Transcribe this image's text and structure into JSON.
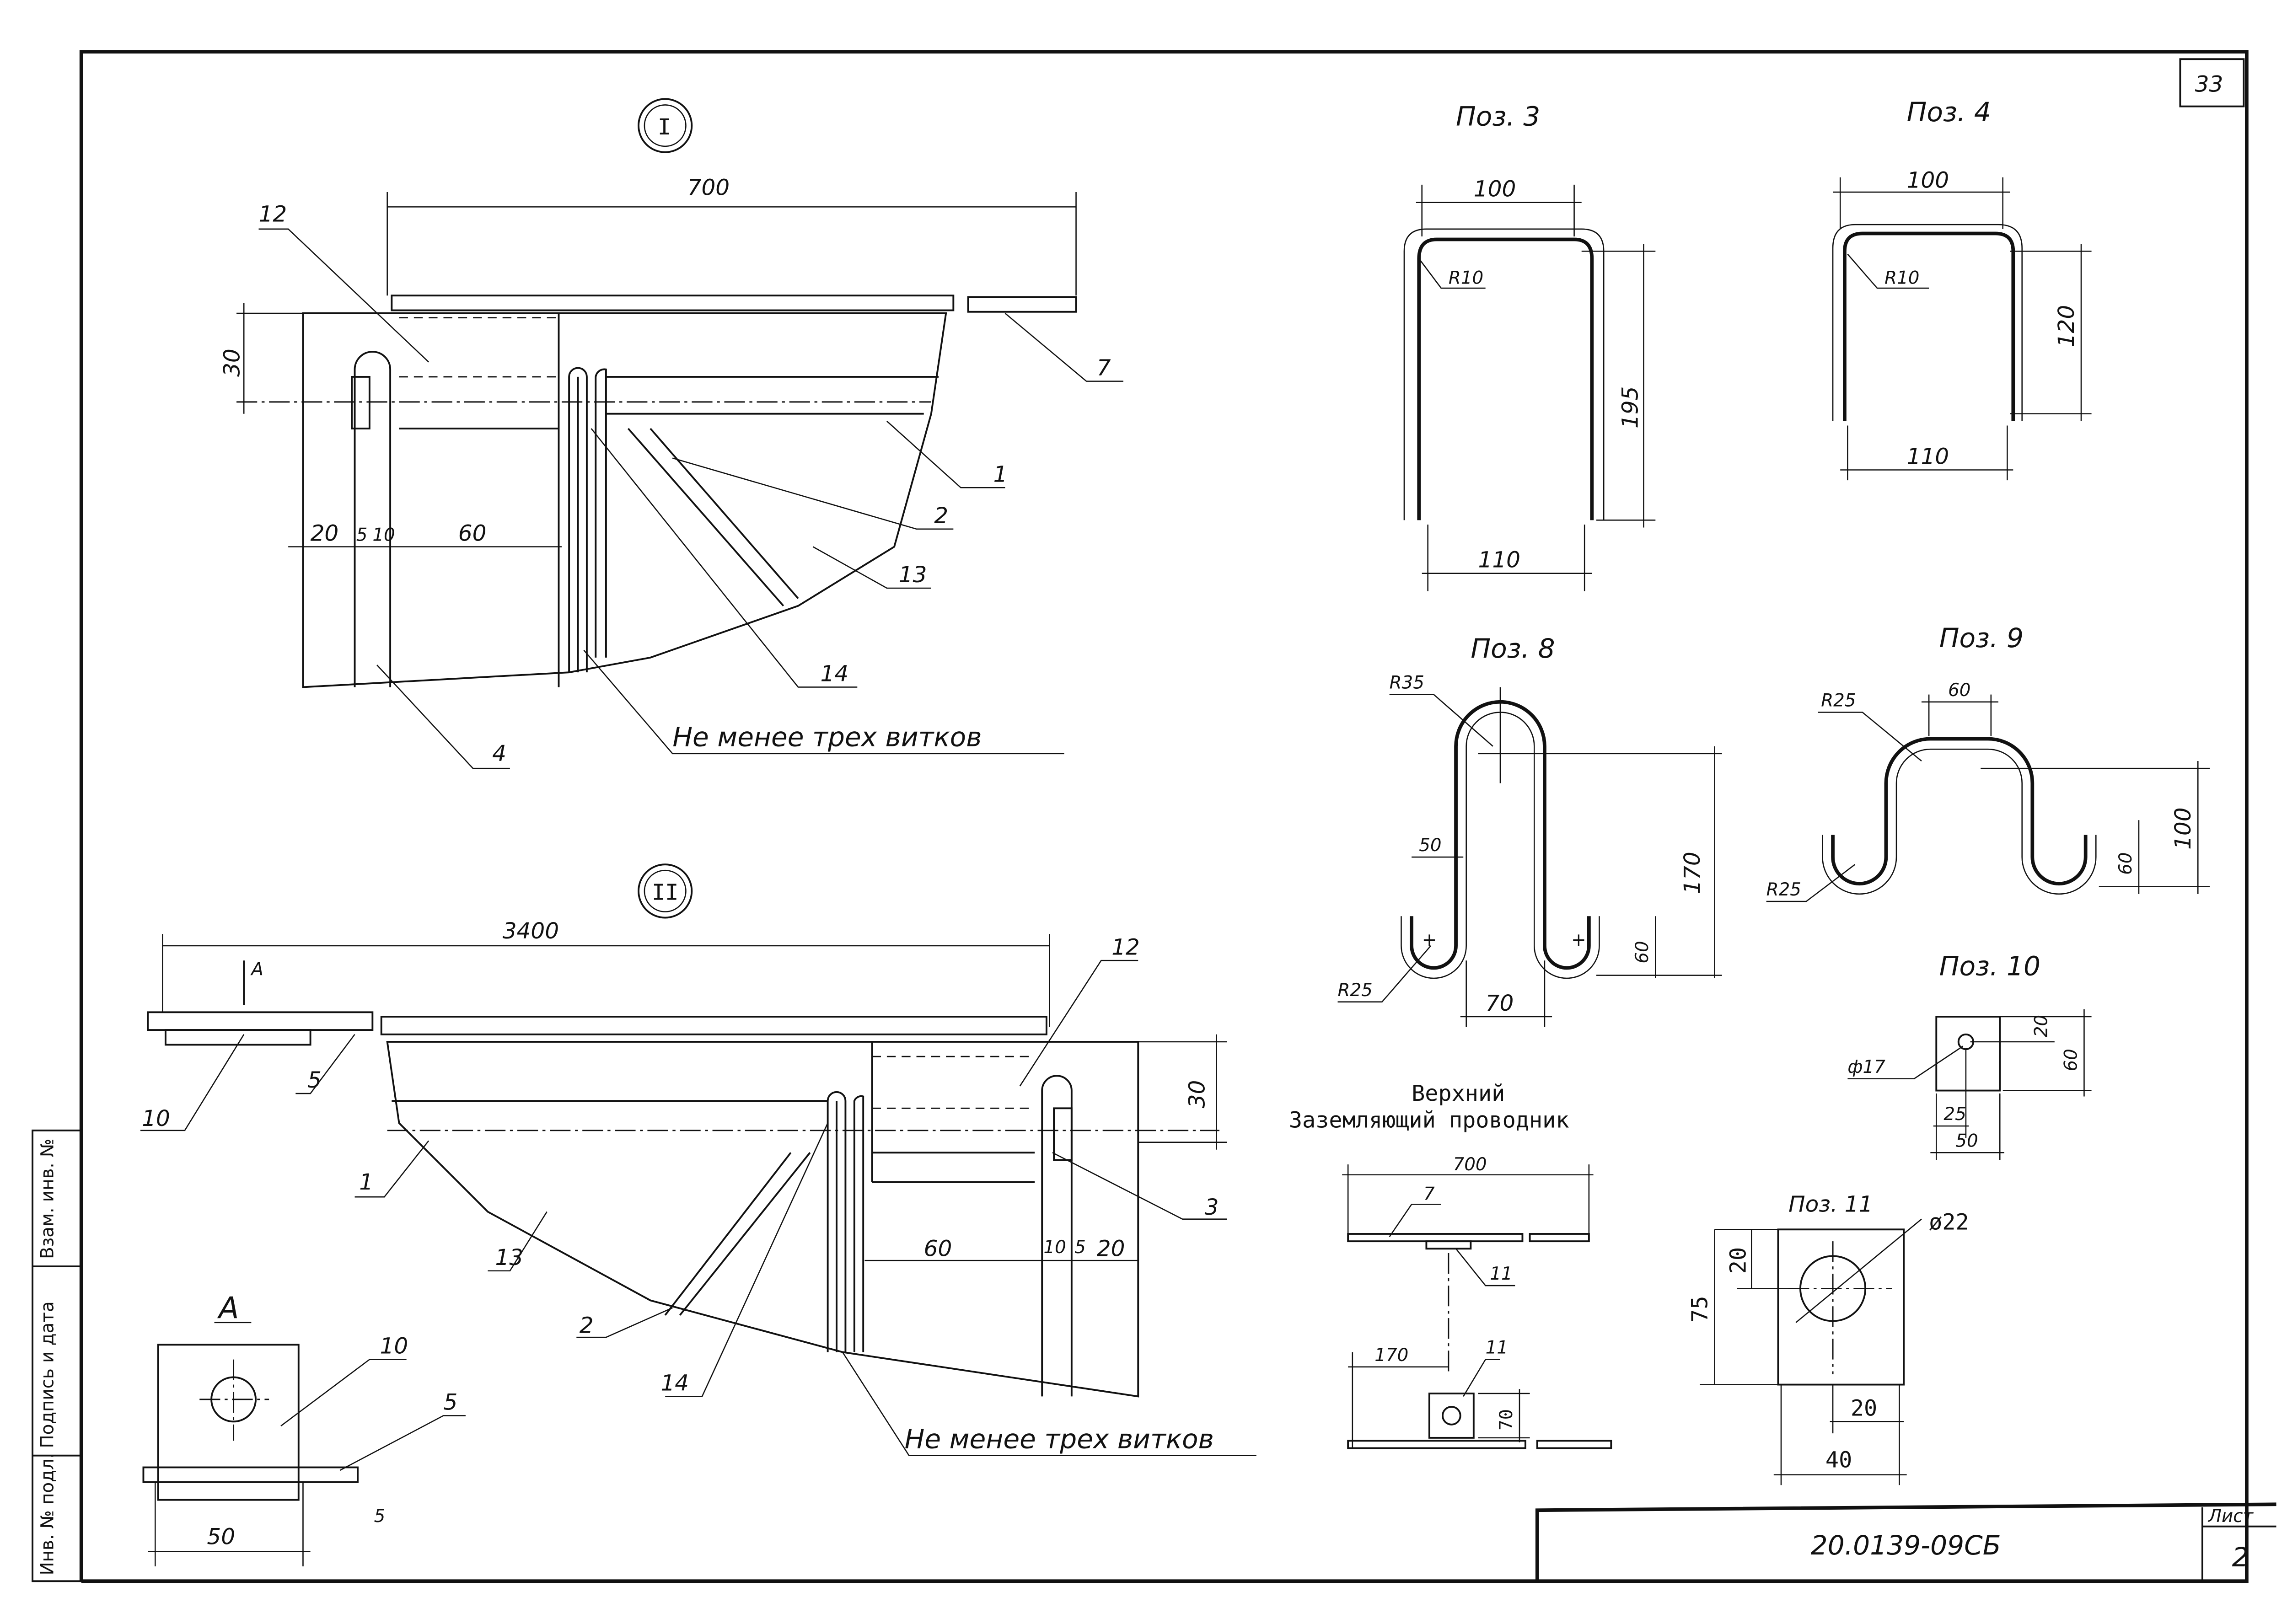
{
  "sheet": {
    "top_number": "33",
    "code": "20.0139-09СБ",
    "sheet_label": "Лист",
    "sheet_number": "2"
  },
  "side_strip": {
    "cell1": "Взам. инв. №",
    "cell2": "Подпись и дата",
    "cell3": "Инв. № подл."
  },
  "view1": {
    "mark": "I",
    "dim_length": "700",
    "dim_height": "30",
    "dim_20": "20",
    "dim_5": "5",
    "dim_10": "10",
    "dim_60": "60",
    "callouts": [
      "12",
      "7",
      "1",
      "2",
      "13",
      "14",
      "4"
    ],
    "note": "Не менее трех витков"
  },
  "view2": {
    "mark": "II",
    "dim_length": "3400",
    "section_mark": "А",
    "dim_height": "30",
    "dim_60": "60",
    "dim_10": "10",
    "dim_5": "5",
    "dim_20": "20",
    "callouts": [
      "12",
      "10",
      "5",
      "1",
      "3",
      "13",
      "2",
      "14"
    ],
    "note": "Не менее трех витков"
  },
  "viewA": {
    "title": "А",
    "callouts": [
      "10",
      "5"
    ],
    "dim_width": "50",
    "dim_5": "5"
  },
  "pos3": {
    "title": "Поз. 3",
    "top": "100",
    "radius": "R10",
    "height": "195",
    "bottom": "110"
  },
  "pos4": {
    "title": "Поз. 4",
    "top": "100",
    "radius": "R10",
    "height": "120",
    "bottom": "110"
  },
  "pos8": {
    "title": "Поз. 8",
    "r_top": "R35",
    "w50": "50",
    "height": "170",
    "h60": "60",
    "w70": "70",
    "r_bottom": "R25"
  },
  "pos9": {
    "title": "Поз. 9",
    "r_top": "R25",
    "w60": "60",
    "height": "100",
    "h60": "60",
    "r_bottom": "R25"
  },
  "pos10": {
    "title": "Поз. 10",
    "hole": "ф17",
    "h20": "20",
    "h60": "60",
    "w25": "25",
    "w50": "50"
  },
  "pos11": {
    "title": "Поз. 11",
    "hole": "ø22",
    "h20": "20",
    "h75": "75",
    "w20": "20",
    "w40": "40"
  },
  "conductor": {
    "title_line1": "Верхний",
    "title_line2": "Заземляющий проводник",
    "dim_length": "700",
    "callout_7": "7",
    "callout_11a": "11",
    "callout_11b": "11",
    "dim_170": "170",
    "dim_70": "70"
  }
}
